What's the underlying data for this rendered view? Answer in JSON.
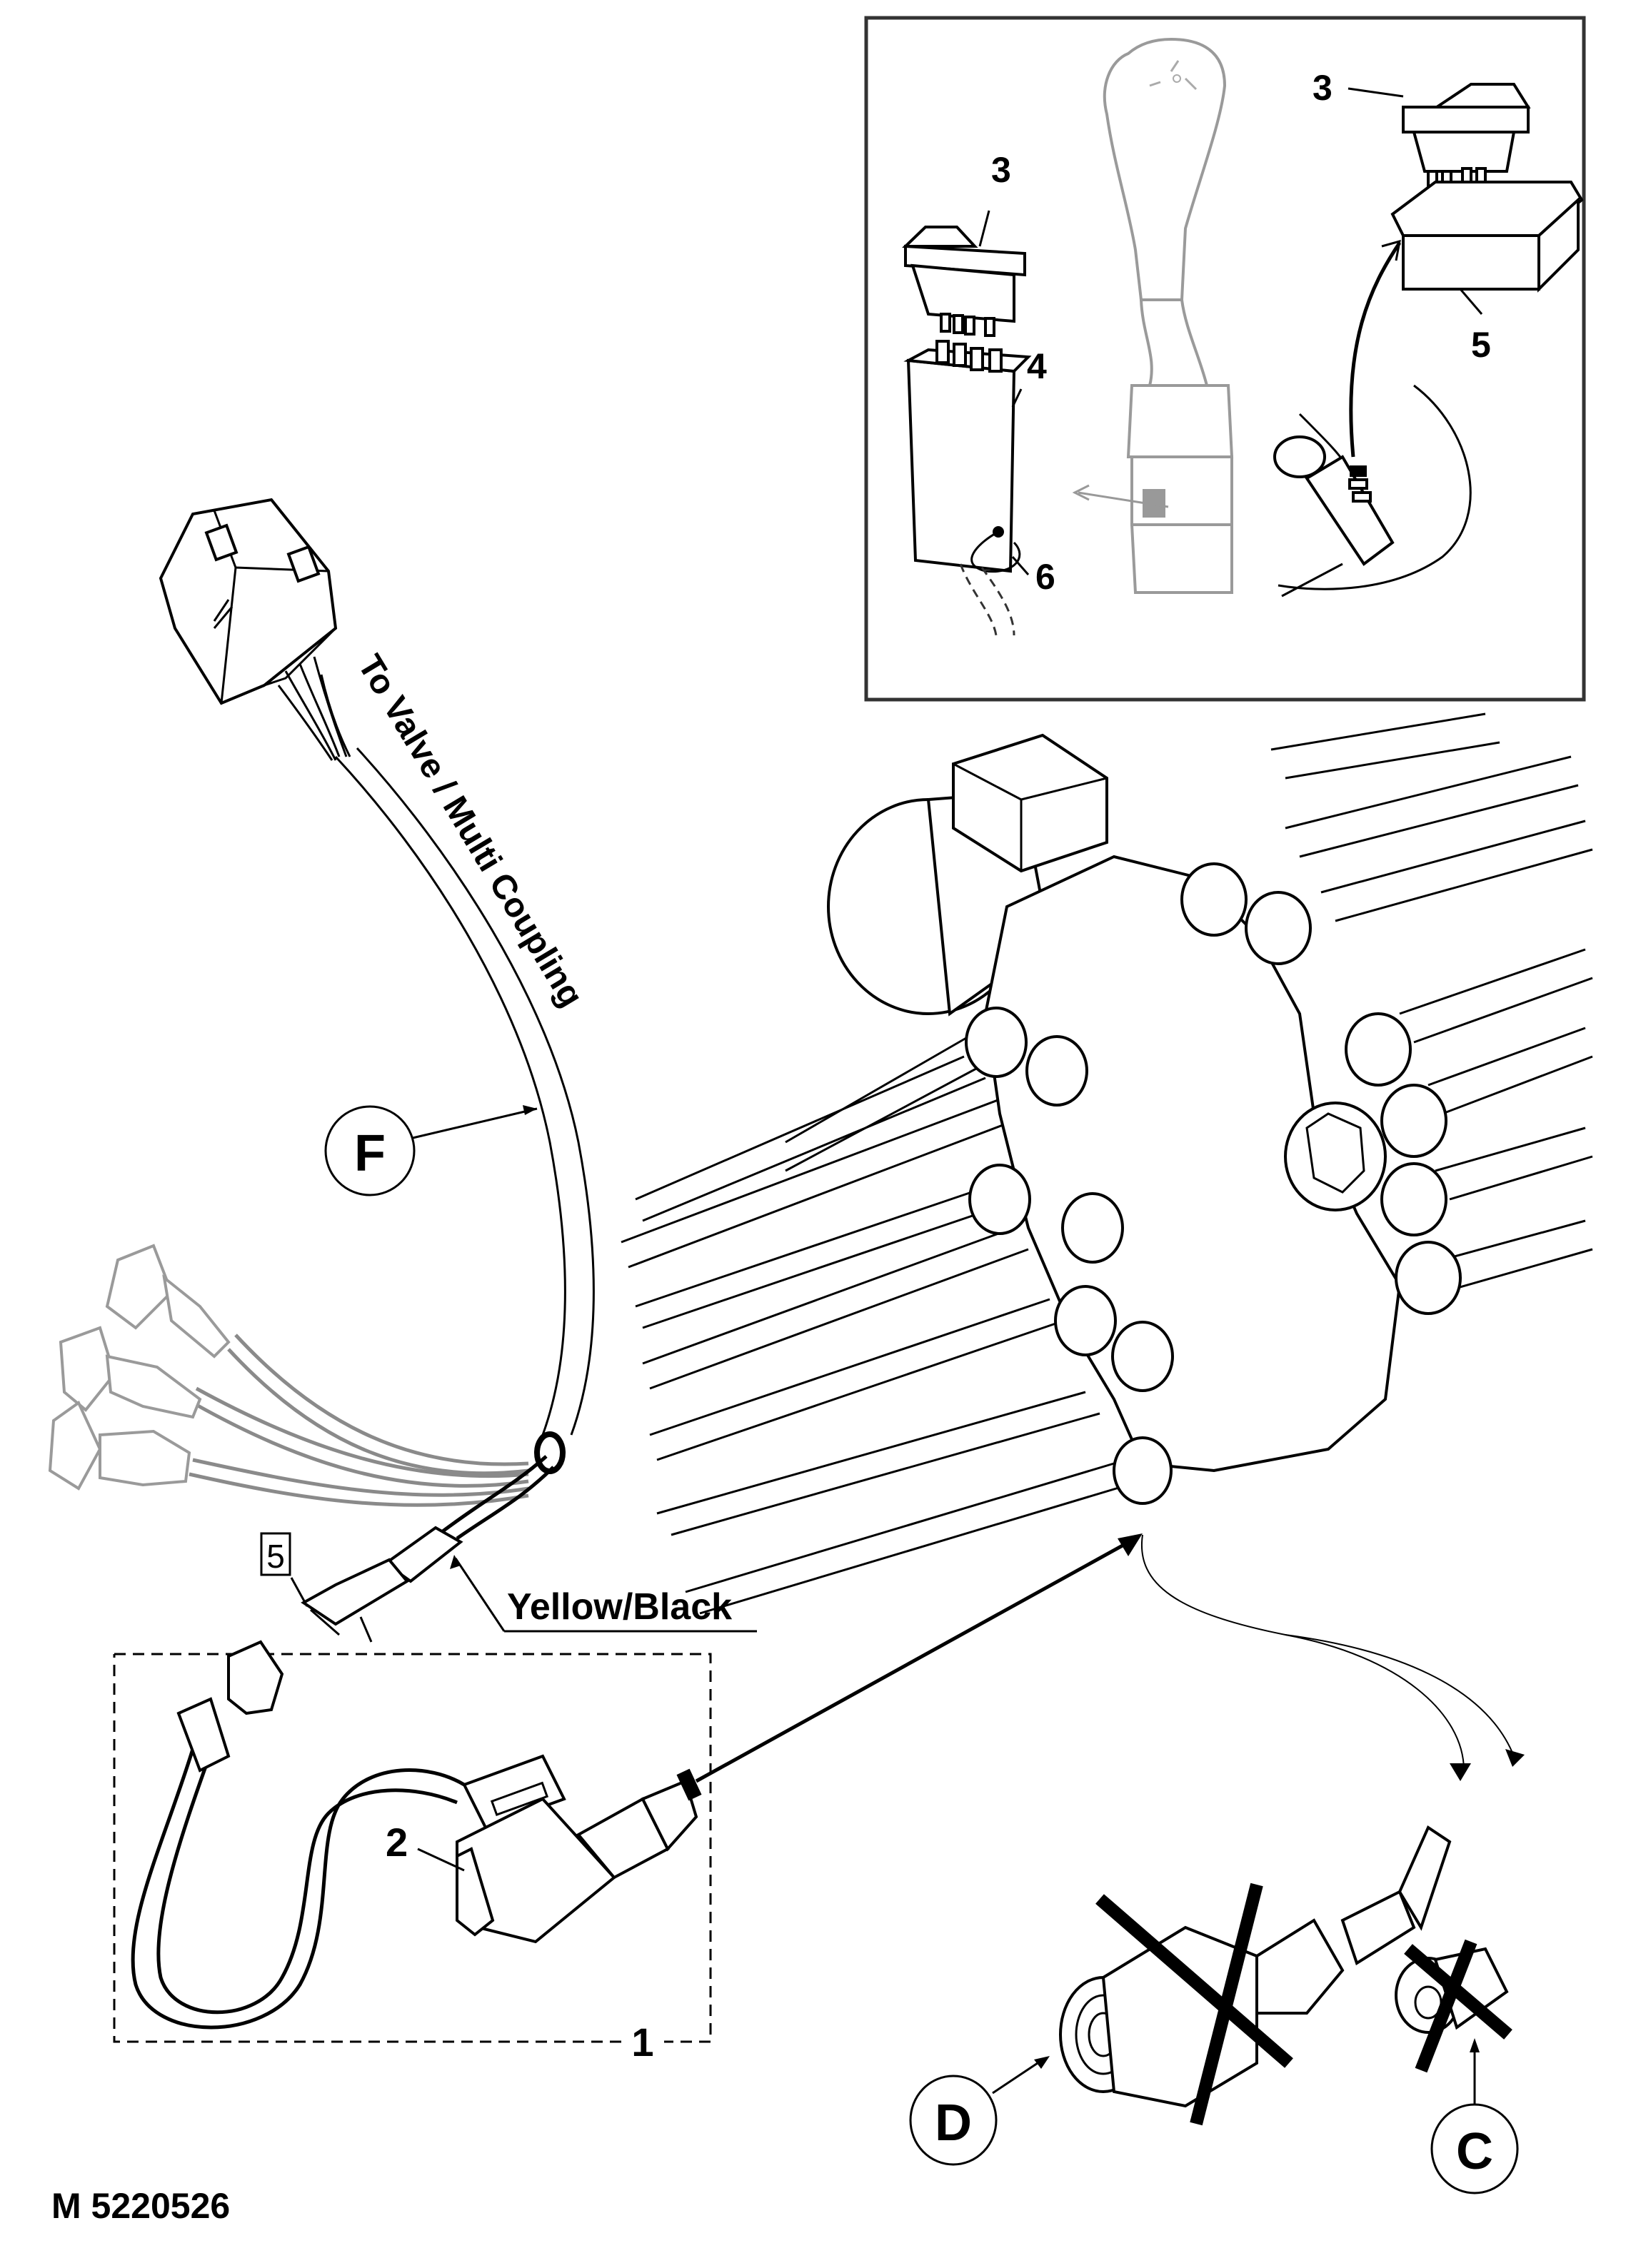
{
  "figure": {
    "reference_code": "M 5220526",
    "harness_label": "To Valve / Multi Coupling",
    "wire_color_label": "Yellow/Black",
    "callouts": {
      "item_1": "1",
      "item_2": "2",
      "item_3_left": "3",
      "item_3_right": "3",
      "item_4": "4",
      "item_5_inset": "5",
      "item_5_boxed": "5",
      "item_6": "6"
    },
    "circled_letters": {
      "F": "F",
      "D": "D",
      "C": "C"
    }
  },
  "inset": {
    "description": "Switch and joystick detail",
    "items": [
      "3",
      "4",
      "5",
      "6"
    ]
  },
  "crossed_out_parts": [
    "D",
    "C"
  ]
}
